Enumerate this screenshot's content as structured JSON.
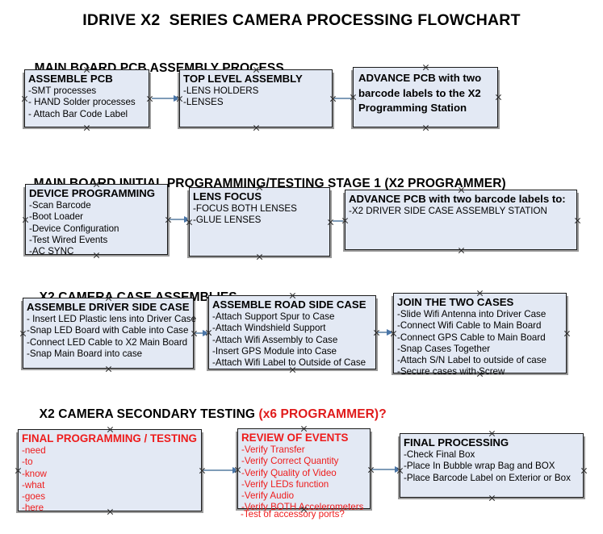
{
  "document": {
    "title": "IDRIVE X2  SERIES CAMERA PROCESSING FLOWCHART",
    "colors": {
      "box_fill": "#e3e9f4",
      "box_border": "#1a1a1a",
      "arrow": "#4a76a8",
      "accent_red": "#ee1c1c",
      "text": "#000000",
      "canvas": "#ffffff"
    }
  },
  "sections": [
    {
      "id": "main-board-pcb-assembly-process",
      "heading": "MAIN BOARD PCB ASSEMBLY PROCESS",
      "heading_accent": "",
      "boxes": [
        {
          "id": "assemble-pcb",
          "title": "ASSEMBLE PCB",
          "lines": [
            "-SMT processes",
            "- HAND Solder processes",
            "- Attach Bar Code Label"
          ],
          "red": false
        },
        {
          "id": "top-level-assembly",
          "title": "TOP LEVEL ASSEMBLY",
          "lines": [
            "-LENS HOLDERS",
            "-LENSES"
          ],
          "red": false
        },
        {
          "id": "advance-pcb-to-x2-programming-station",
          "title": "ADVANCE PCB with two barcode labels to the  X2 Programming Station",
          "lines": [],
          "red": false
        }
      ]
    },
    {
      "id": "main-board-initial-programming-testing-stage-1",
      "heading": "MAIN BOARD INITIAL PROGRAMMING/TESTING STAGE 1 (X2 PROGRAMMER)",
      "heading_accent": "",
      "boxes": [
        {
          "id": "device-programming",
          "title": "DEVICE PROGRAMMING",
          "lines": [
            "-Scan Barcode",
            "-Boot Loader",
            "-Device Configuration",
            "-Test Wired Events",
            "-AC SYNC"
          ],
          "red": false
        },
        {
          "id": "lens-focus",
          "title": "LENS FOCUS",
          "lines": [
            "-FOCUS BOTH LENSES",
            "-GLUE LENSES"
          ],
          "red": false
        },
        {
          "id": "advance-pcb-to-driver-side-case-assembly-station",
          "title": "ADVANCE PCB with two barcode labels to:",
          "lines": [
            "-X2 DRIVER  SIDE  CASE  ASSEMBLY STATION"
          ],
          "red": false
        }
      ]
    },
    {
      "id": "x2-camera-case-assemblies",
      "heading": "X2 CAMERA CASE ASSEMBLIES",
      "heading_accent": "",
      "boxes": [
        {
          "id": "assemble-driver-side-case",
          "title": "ASSEMBLE DRIVER SIDE CASE",
          "lines": [
            "- Insert LED Plastic lens into Driver Case",
            "-Snap LED Board with Cable into Case",
            "-Connect LED Cable to X2 Main Board",
            "-Snap Main Board into case"
          ],
          "red": false
        },
        {
          "id": "assemble-road-side-case",
          "title": "ASSEMBLE ROAD SIDE CASE",
          "lines": [
            "-Attach Support Spur to Case",
            "-Attach Windshield Support",
            "-Attach Wifi Assembly to Case",
            "-Insert GPS Module into Case",
            "-Attach Wifi Label to Outside of Case"
          ],
          "red": false
        },
        {
          "id": "join-the-two-cases",
          "title": "JOIN THE TWO CASES",
          "lines": [
            "-Slide Wifi Antenna into Driver Case",
            "-Connect Wifi Cable to Main Board",
            "-Connect GPS Cable to Main Board",
            "-Snap Cases Together",
            "-Attach S/N Label to outside of case",
            "-Secure cases with Screw"
          ],
          "red": false
        }
      ]
    },
    {
      "id": "x2-camera-secondary-testing",
      "heading": "X2 CAMERA SECONDARY TESTING ",
      "heading_accent": "(x6 PROGRAMMER)?",
      "boxes": [
        {
          "id": "final-programming-testing",
          "title": "FINAL PROGRAMMING / TESTING",
          "lines": [
            "-need",
            "-to",
            "-know",
            "-what",
            "-goes",
            "-here"
          ],
          "red": true
        },
        {
          "id": "review-of-events",
          "title": "REVIEW OF EVENTS",
          "lines": [
            "-Verify Transfer",
            "-Verify Correct Quantity",
            "-Verify Quality of Video",
            "-Verify LEDs function",
            "-Verify Audio",
            "-Verify BOTH Accelerometers"
          ],
          "overflow_line": "-Test of accessory ports?",
          "red": true
        },
        {
          "id": "final-processing",
          "title": "FINAL PROCESSING",
          "lines": [
            " -Check Final Box",
            "-Place In Bubble wrap Bag and BOX",
            "-Place Barcode Label on Exterior or Box"
          ],
          "red": false
        }
      ]
    }
  ]
}
